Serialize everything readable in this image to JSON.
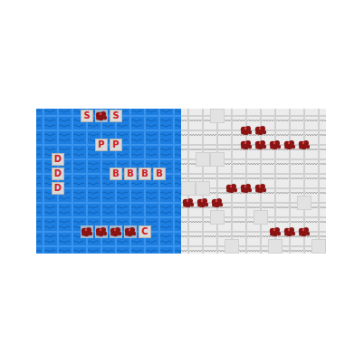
{
  "diagram": {
    "nodes": [
      {
        "text": [
          "S"
        ]
      },
      {
        "text": [
          "S"
        ]
      },
      {
        "text": [
          "P"
        ]
      },
      {
        "text": [
          "P"
        ]
      },
      {
        "text": [
          "D"
        ]
      },
      {
        "text": [
          "D"
        ]
      },
      {
        "text": [
          "B"
        ]
      },
      {
        "text": [
          "B"
        ]
      },
      {
        "text": [
          "B"
        ]
      },
      {
        "text": [
          "B"
        ]
      },
      {
        "text": [
          "D"
        ]
      },
      {
        "text": [
          "C"
        ]
      }
    ]
  }
}
